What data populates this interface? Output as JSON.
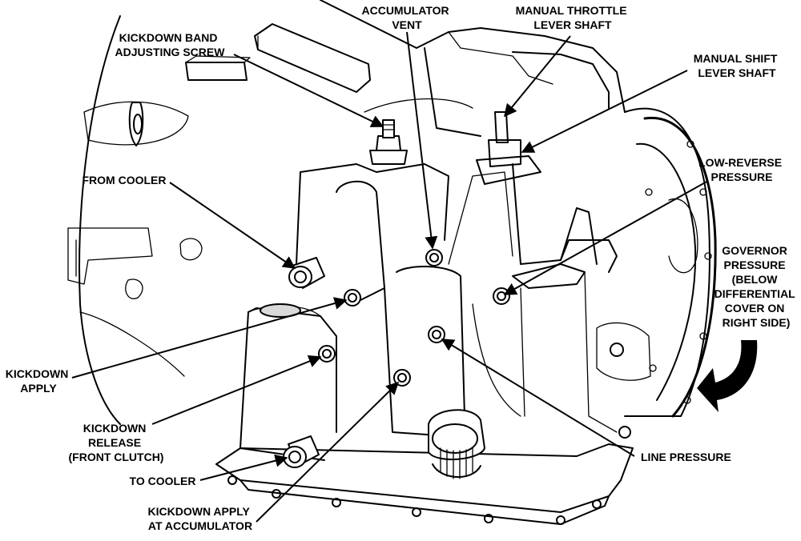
{
  "labels": {
    "kickdown_band_adjusting_screw": [
      "KICKDOWN BAND",
      "ADJUSTING SCREW"
    ],
    "accumulator_vent": [
      "ACCUMULATOR",
      "VENT"
    ],
    "manual_throttle_lever_shaft": [
      "MANUAL THROTTLE",
      "LEVER SHAFT"
    ],
    "manual_shift_lever_shaft": [
      "MANUAL SHIFT",
      "LEVER SHAFT"
    ],
    "from_cooler": [
      "FROM COOLER"
    ],
    "low_reverse_pressure": [
      "LOW-REVERSE",
      "PRESSURE"
    ],
    "governor_pressure": [
      "GOVERNOR",
      "PRESSURE",
      "(BELOW",
      "DIFFERENTIAL",
      "COVER ON",
      "RIGHT SIDE)"
    ],
    "kickdown_apply": [
      "KICKDOWN",
      "APPLY"
    ],
    "kickdown_release": [
      "KICKDOWN",
      "RELEASE",
      "(FRONT CLUTCH)"
    ],
    "to_cooler": [
      "TO COOLER"
    ],
    "kickdown_apply_at_accumulator": [
      "KICKDOWN APPLY",
      "AT ACCUMULATOR"
    ],
    "line_pressure": [
      "LINE PRESSURE"
    ]
  },
  "colors": {
    "ink": "#000000",
    "paper": "#ffffff"
  }
}
